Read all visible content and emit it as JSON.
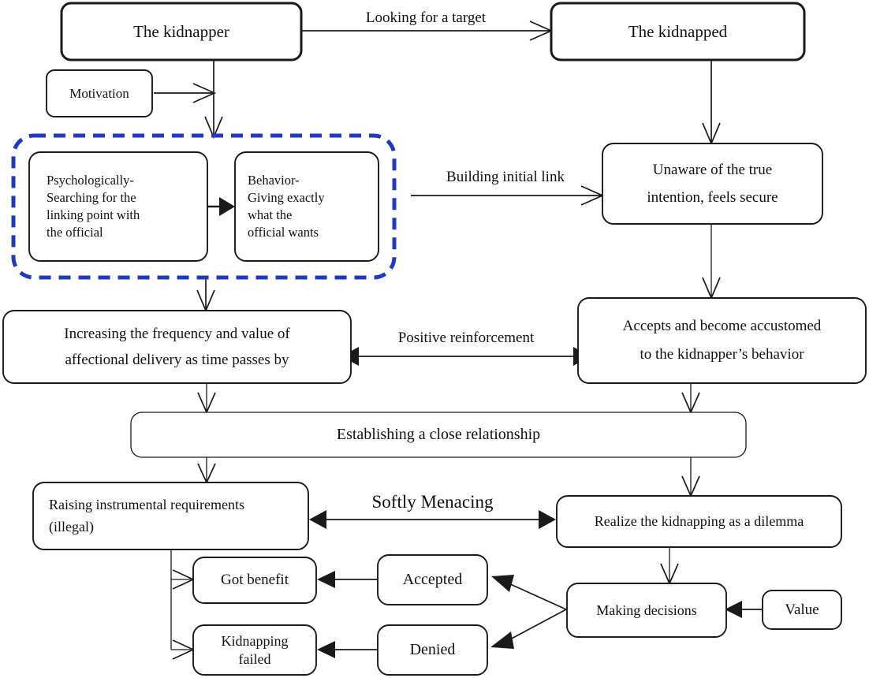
{
  "diagram": {
    "title": "Kidnapping relationship process flowchart",
    "colors": {
      "stroke": "#1a1a1a",
      "group_highlight": "#2039c0",
      "background": "#ffffff"
    },
    "nodes": {
      "kidnapper": "The kidnapper",
      "kidnapped": "The kidnapped",
      "motivation": "Motivation",
      "psychologically": "Psychologically-\nSearching for the\nlinking point with\nthe official",
      "behavior": "Behavior-\nGiving exactly\nwhat the\nofficial wants",
      "unaware": "Unaware of the true\nintention, feels secure",
      "increasing": "Increasing the frequency and value of\naffectional delivery as time passes by",
      "accepts": "Accepts and become accustomed\nto the kidnapper’s behavior",
      "establishing": "Establishing a close relationship",
      "raising": "Raising instrumental requirements\n(illegal)",
      "realize": "Realize the kidnapping as a dilemma",
      "got_benefit": "Got benefit",
      "accepted": "Accepted",
      "making_decisions": "Making decisions",
      "value": "Value",
      "kidnapping_failed": "Kidnapping\nfailed",
      "denied": "Denied"
    },
    "edge_labels": {
      "looking_for_target": "Looking for a target",
      "building_initial_link": "Building initial link",
      "positive_reinforcement": "Positive reinforcement",
      "softly_menacing": "Softly Menacing"
    }
  }
}
